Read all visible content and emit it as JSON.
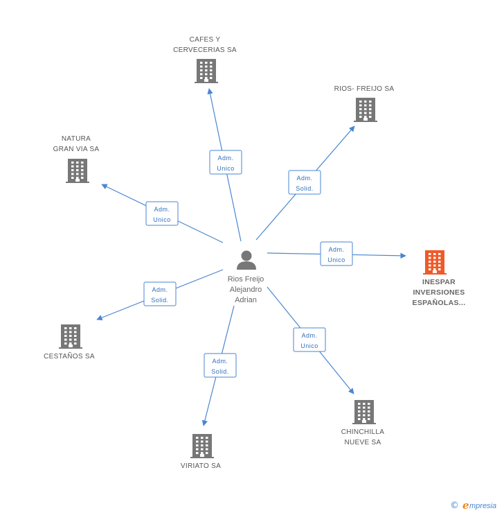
{
  "center": {
    "lines": [
      "Rios Freijo",
      "Alejandro",
      "Adrian"
    ],
    "icon": "person-icon",
    "color": "#777777"
  },
  "companies": [
    {
      "id": "cafes",
      "lines": [
        "CAFES Y",
        "CERVECERIAS SA"
      ],
      "role": [
        "Adm.",
        "Unico"
      ],
      "highlight": false
    },
    {
      "id": "rios-freijo",
      "lines": [
        "RIOS- FREIJO SA"
      ],
      "role": [
        "Adm.",
        "Solid."
      ],
      "highlight": false
    },
    {
      "id": "natura",
      "lines": [
        "NATURA",
        "GRAN VIA SA"
      ],
      "role": [
        "Adm.",
        "Unico"
      ],
      "highlight": false
    },
    {
      "id": "inespar",
      "lines": [
        "INESPAR",
        "INVERSIONES",
        "ESPAÑOLAS..."
      ],
      "role": [
        "Adm.",
        "Unico"
      ],
      "highlight": true
    },
    {
      "id": "cestanos",
      "lines": [
        "CESTAÑOS SA"
      ],
      "role": [
        "Adm.",
        "Solid."
      ],
      "highlight": false
    },
    {
      "id": "chinchilla",
      "lines": [
        "CHINCHILLA",
        "NUEVE SA"
      ],
      "role": [
        "Adm.",
        "Unico"
      ],
      "highlight": false
    },
    {
      "id": "viriato",
      "lines": [
        "VIRIATO SA"
      ],
      "role": [
        "Adm.",
        "Solid."
      ],
      "highlight": false
    }
  ],
  "colors": {
    "edge": "#4a86d1",
    "building": "#777777",
    "building_highlight": "#f05a28",
    "brand": "#4a86d1",
    "brand_accent": "#f28a1d"
  },
  "footer": {
    "copyright_symbol": "©",
    "brand_initial": "e",
    "brand_rest": "mpresia"
  }
}
